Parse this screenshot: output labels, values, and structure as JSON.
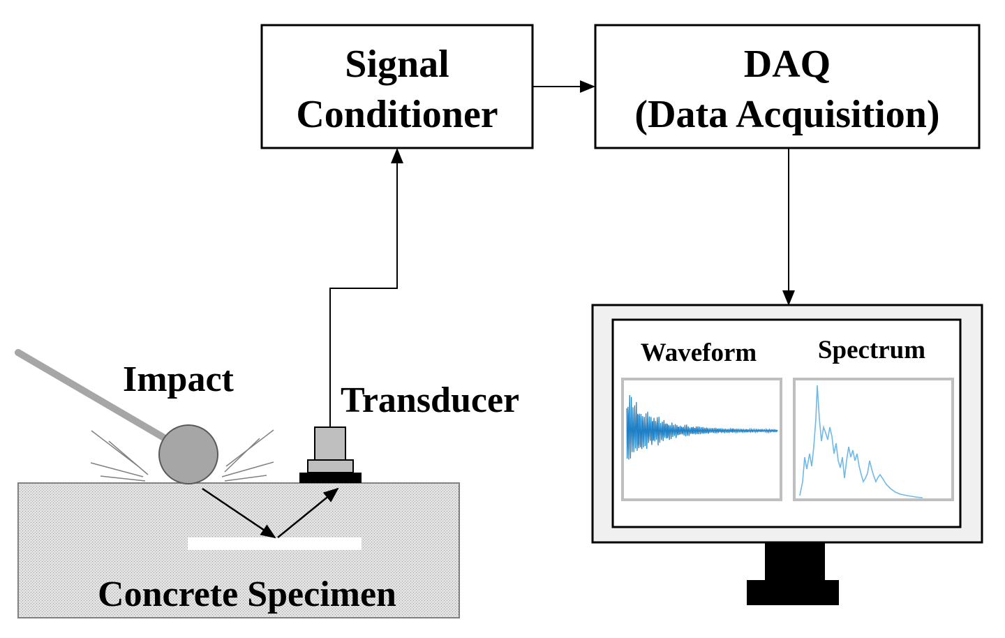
{
  "blocks": {
    "signal_conditioner": {
      "line1": "Signal",
      "line2": "Conditioner"
    },
    "daq": {
      "line1": "DAQ",
      "line2": "(Data Acquisition)"
    }
  },
  "labels": {
    "impact": "Impact",
    "transducer": "Transducer",
    "specimen": "Concrete Specimen"
  },
  "monitor": {
    "waveform_title": "Waveform",
    "spectrum_title": "Spectrum"
  },
  "colors": {
    "line": "#000000",
    "concrete_fill": "#d9d9d9",
    "panel_border": "#bfbfbf",
    "waveform": "#1f7fc4",
    "spectrum": "#6fb8e8",
    "ball": "#a6a6a6",
    "transducer": "#bfbfbf",
    "monitor_frame": "#f0f0f0"
  }
}
